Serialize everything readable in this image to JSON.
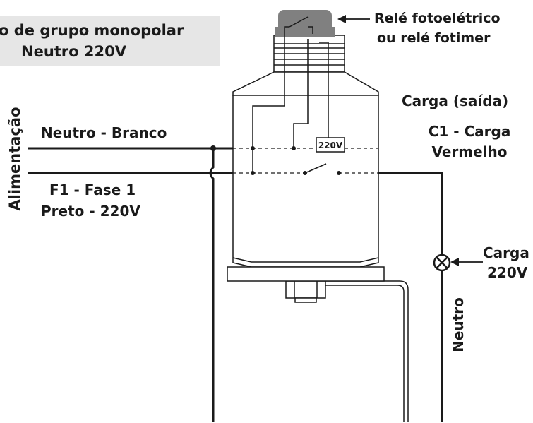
{
  "title_box": {
    "line1": "o de grupo monopolar",
    "line2": "Neutro 220V"
  },
  "relay_label": {
    "line1": "Relé fotoelétrico",
    "line2": "ou relé fotimer"
  },
  "supply_label": "Alimentação",
  "neutral_input_label": "Neutro - Branco",
  "phase_input_label": {
    "line1": "F1 - Fase 1",
    "line2": "Preto - 220V"
  },
  "output_heading": "Carga (saída)",
  "output_wire_label": {
    "line1": "C1 - Carga",
    "line2": "Vermelho"
  },
  "coil_voltage": "220V",
  "load_label": {
    "line1": "Carga",
    "line2": "220V"
  },
  "neutral_return_label": "Neutro",
  "colors": {
    "relay_cap": "#808080",
    "title_box_bg": "#e6e6e6",
    "wire": "#1a1a1a"
  }
}
